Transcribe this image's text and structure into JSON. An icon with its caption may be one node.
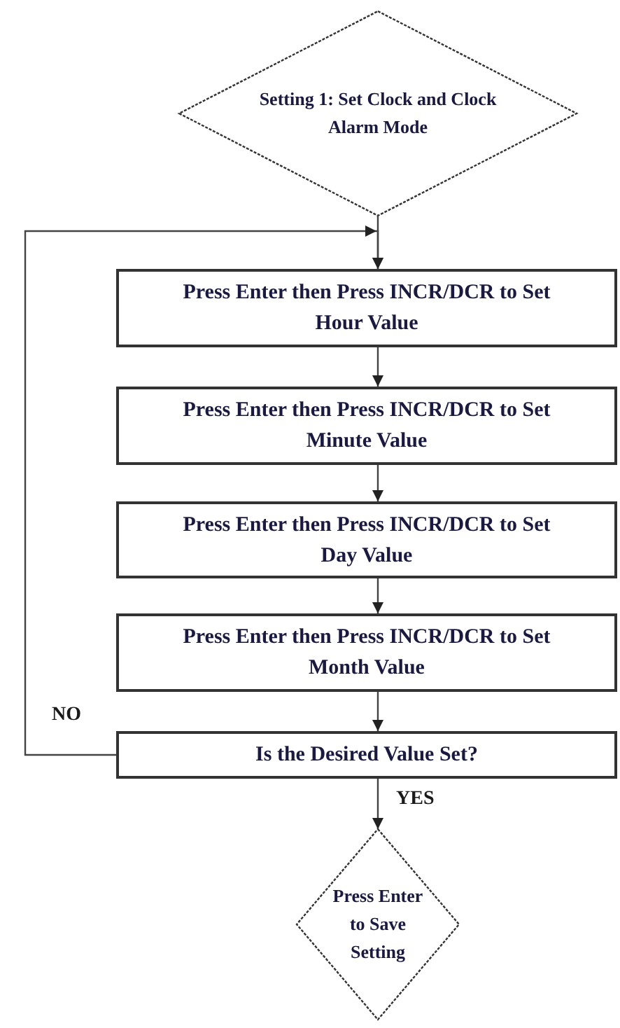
{
  "diagram": {
    "nodes": [
      {
        "text": [
          "Setting 1: Set Clock and Clock Alarm Mode"
        ]
      },
      {
        "text": [
          "Press Enter then Press INCR/DCR to Set Hour Value"
        ]
      },
      {
        "text": [
          "Press Enter then Press INCR/DCR to Set Minute Value"
        ]
      },
      {
        "text": [
          "Press Enter then Press INCR/DCR to Set Day Value"
        ]
      },
      {
        "text": [
          "Press Enter then Press INCR/DCR to Set Month Value"
        ]
      },
      {
        "text": [
          "Is the Desired Value Set?"
        ]
      },
      {
        "text": [
          "Press Enter to Save Setting"
        ]
      }
    ],
    "edges": [
      {
        "from": 0,
        "to": 1,
        "arrow": "to"
      },
      {
        "from": 1,
        "to": 2,
        "arrow": "to"
      },
      {
        "from": 2,
        "to": 3,
        "arrow": "to"
      },
      {
        "from": 3,
        "to": 4,
        "arrow": "to"
      },
      {
        "from": 4,
        "to": 5,
        "arrow": "to"
      },
      {
        "from": 5,
        "to": 1,
        "arrow": "to",
        "label": "NO"
      },
      {
        "from": 5,
        "to": 6,
        "arrow": "to",
        "label": "YES"
      }
    ]
  }
}
